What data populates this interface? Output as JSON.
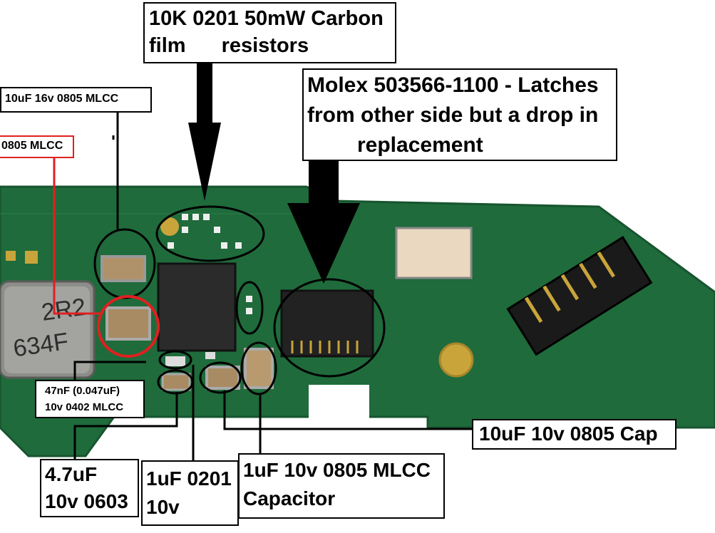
{
  "colors": {
    "board_green": "#1f6b3b",
    "board_dark": "#17552f",
    "gold": "#c9a43a",
    "label_bg": "#ffffff",
    "label_border": "#000000",
    "red_highlight": "#e02020"
  },
  "labels": {
    "resistors": {
      "line1": "10K 0201 50mW Carbon",
      "line2a": "film",
      "line2b": "resistors"
    },
    "molex": {
      "line1": "Molex 503566-1100 - Latches",
      "line2": "from other side but a drop in",
      "line3": "replacement"
    },
    "cap_top": {
      "text": "10uF 16v 0805 MLCC"
    },
    "cap_red": {
      "text": "0805 MLCC"
    },
    "cap_47n": {
      "line1": "47nF (0.047uF)",
      "line2": "10v 0402 MLCC"
    },
    "cap_10uf_10v": {
      "text": "10uF 10v 0805 Cap"
    },
    "cap_47u": {
      "line1": "4.7uF",
      "line2": "10v 0603"
    },
    "cap_1u_0201": {
      "line1": "1uF 0201",
      "line2": "10v"
    },
    "cap_1u_0805": {
      "line1": "1uF 10v 0805 MLCC",
      "line2": "Capacitor"
    }
  },
  "inductor_marking": {
    "line1": "2R2",
    "line2": "634F"
  }
}
